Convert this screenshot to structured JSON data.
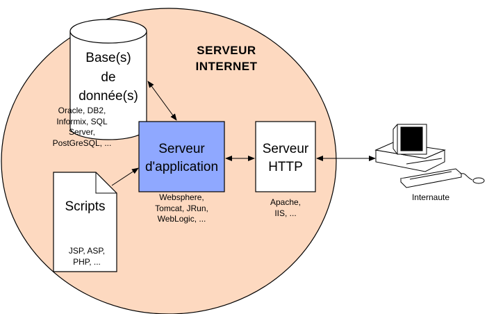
{
  "diagram": {
    "title": "SERVEUR\nINTERNET",
    "colors": {
      "server_zone": "#FDD9C0",
      "app_server": "#8FA8FF",
      "boxes": "#FFFFFF",
      "stroke": "#000000"
    },
    "nodes": {
      "database": {
        "label": "Base(s)\nde\ndonnée(s)",
        "examples": "Oracle, DB2,\nInformix, SQL\nServer,\nPostGreSQL, ..."
      },
      "scripts": {
        "label": "Scripts",
        "examples": "JSP, ASP,\nPHP, ..."
      },
      "app_server": {
        "label": "Serveur\nd'application",
        "examples": "Websphere,\nTomcat, JRun,\nWebLogic, ..."
      },
      "http_server": {
        "label": "Serveur\nHTTP",
        "examples": "Apache,\nIIS, ..."
      },
      "client": {
        "label": "Internaute"
      }
    },
    "edges": [
      {
        "from": "database",
        "to": "app_server",
        "direction": "both"
      },
      {
        "from": "scripts",
        "to": "app_server",
        "direction": "forward"
      },
      {
        "from": "app_server",
        "to": "http_server",
        "direction": "both"
      },
      {
        "from": "http_server",
        "to": "client",
        "direction": "both"
      }
    ]
  }
}
